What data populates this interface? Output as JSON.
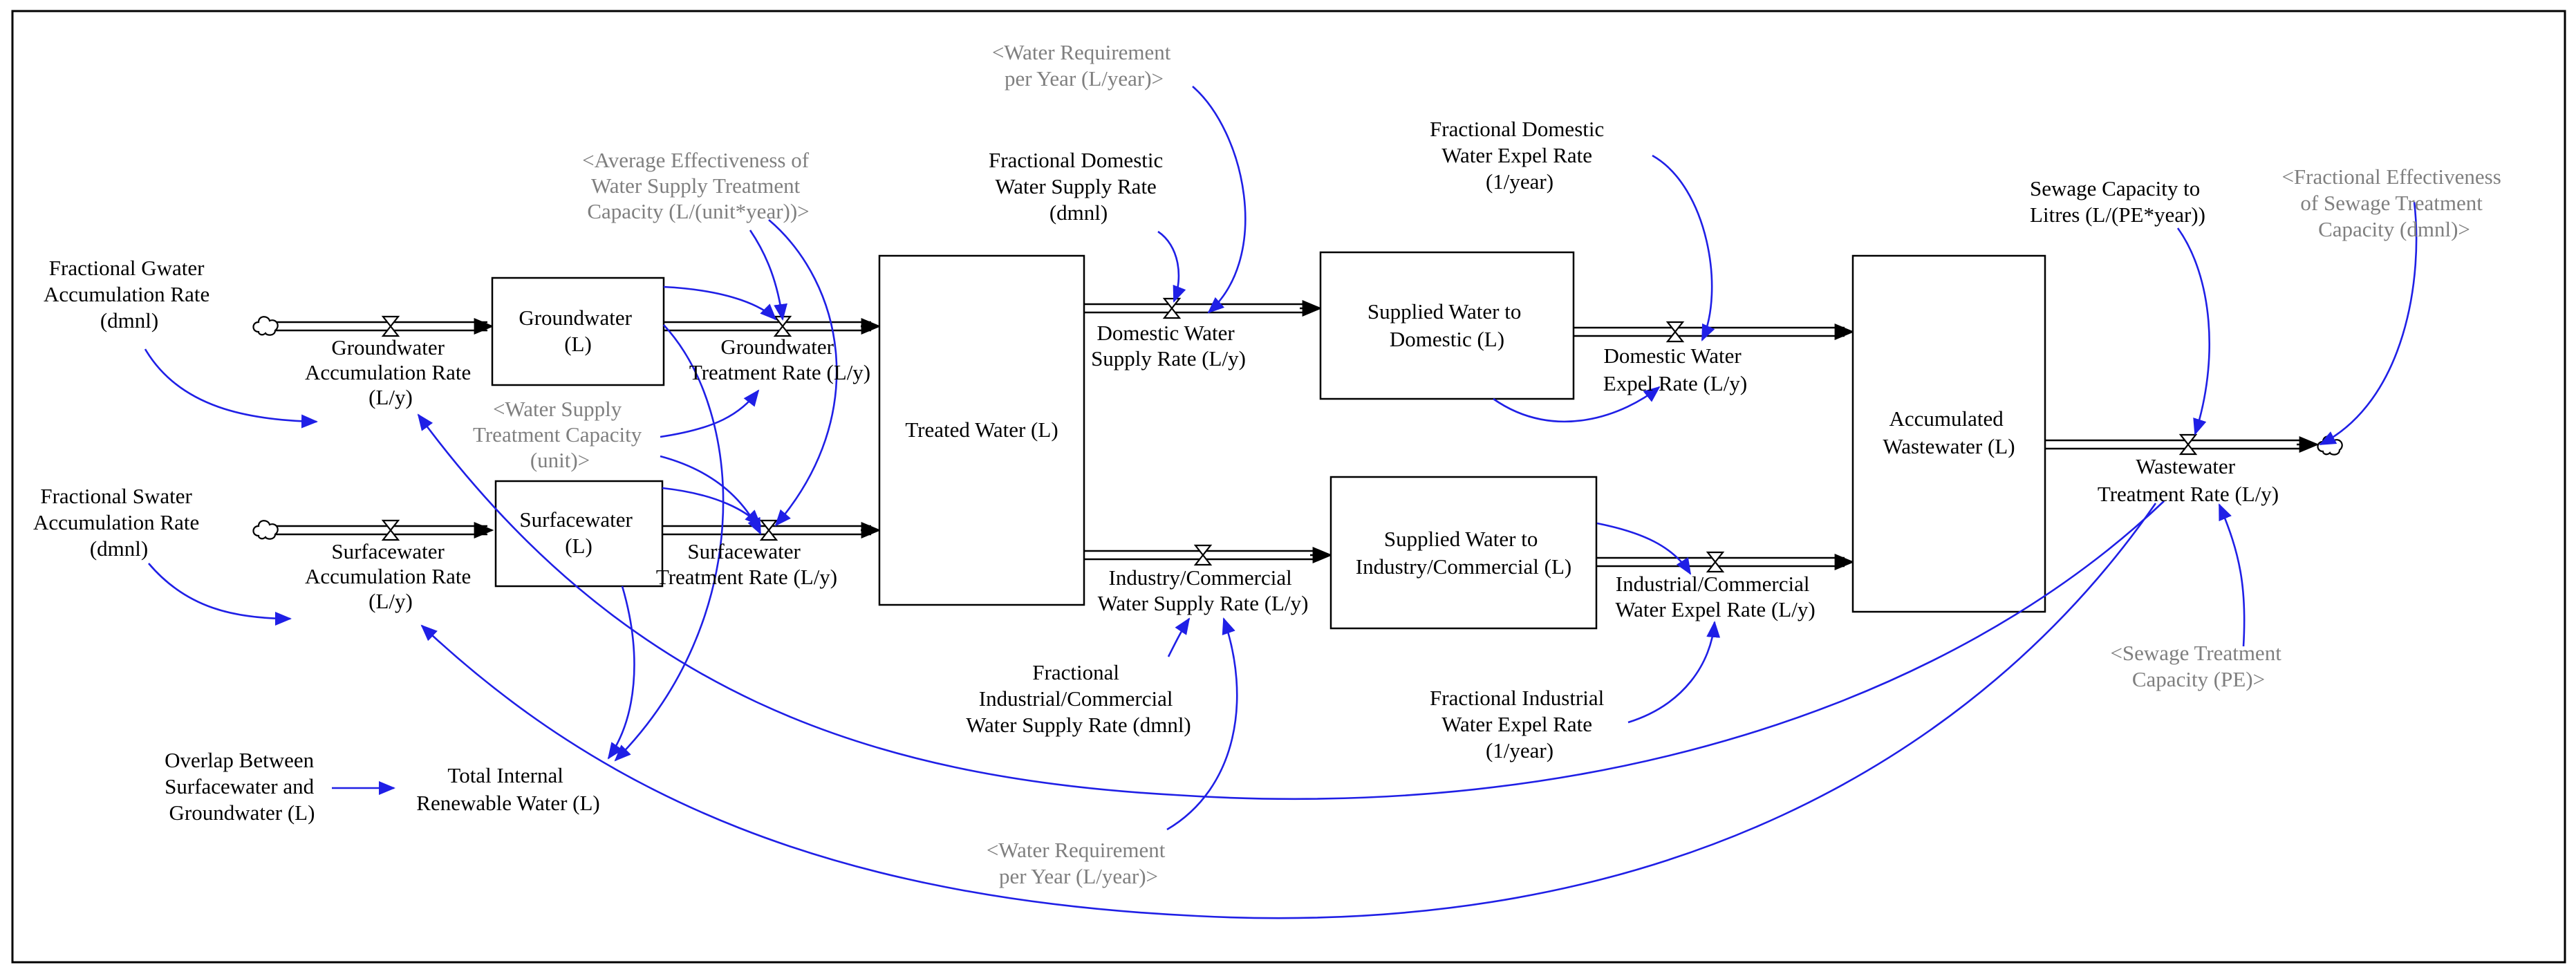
{
  "stocks": {
    "groundwater": [
      "Groundwater",
      "(L)"
    ],
    "surfacewater": [
      "Surfacewater",
      "(L)"
    ],
    "treated_water": [
      "Treated Water (L)"
    ],
    "supplied_domestic": [
      "Supplied Water to",
      "Domestic (L)"
    ],
    "supplied_industry": [
      "Supplied Water to",
      "Industry/Commercial (L)"
    ],
    "accumulated_wastewater": [
      "Accumulated",
      "Wastewater (L)"
    ]
  },
  "flows": {
    "groundwater_accumulation": [
      "Groundwater",
      "Accumulation Rate",
      "(L/y)"
    ],
    "surfacewater_accumulation": [
      "Surfacewater",
      "Accumulation Rate",
      "(L/y)"
    ],
    "groundwater_treatment": [
      "Groundwater",
      "Treatment Rate (L/y)"
    ],
    "surfacewater_treatment": [
      "Surfacewater",
      "Treatment Rate (L/y)"
    ],
    "domestic_supply": [
      "Domestic Water",
      "Supply Rate (L/y)"
    ],
    "industry_supply": [
      "Industry/Commercial",
      "Water Supply Rate (L/y)"
    ],
    "domestic_expel": [
      "Domestic Water",
      "Expel Rate (L/y)"
    ],
    "industrial_expel": [
      "Industrial/Commercial",
      "Water Expel Rate (L/y)"
    ],
    "wastewater_treatment": [
      "Wastewater",
      "Treatment Rate (L/y)"
    ]
  },
  "auxiliaries": {
    "frac_gwater_accum": [
      "Fractional Gwater",
      "Accumulation Rate",
      "(dmnl)"
    ],
    "frac_swater_accum": [
      "Fractional Swater",
      "Accumulation Rate",
      "(dmnl)"
    ],
    "frac_domestic_supply": [
      "Fractional Domestic",
      "Water Supply Rate",
      "(dmnl)"
    ],
    "frac_domestic_expel": [
      "Fractional Domestic",
      "Water Expel Rate",
      "(1/year)"
    ],
    "frac_industrial_supply": [
      "Fractional",
      "Industrial/Commercial",
      "Water Supply Rate (dmnl)"
    ],
    "frac_industrial_expel": [
      "Fractional Industrial",
      "Water Expel Rate",
      "(1/year)"
    ],
    "sewage_capacity_litres": [
      "Sewage Capacity to",
      "Litres (L/(PE*year))"
    ],
    "overlap": [
      "Overlap Between",
      "Surfacewater and",
      "Groundwater (L)"
    ],
    "total_internal": [
      "Total Internal",
      "Renewable Water (L)"
    ]
  },
  "shadow_variables": {
    "avg_effectiveness": [
      "<Average Effectiveness of",
      "Water Supply Treatment",
      "Capacity (L/(unit*year))>"
    ],
    "water_supply_capacity": [
      "<Water Supply",
      "Treatment Capacity",
      "(unit)>"
    ],
    "water_requirement_top": [
      "<Water Requirement",
      "per Year (L/year)>"
    ],
    "water_requirement_bottom": [
      "<Water Requirement",
      "per Year (L/year)>"
    ],
    "frac_effectiveness_sewage": [
      "<Fractional Effectiveness",
      "of Sewage Treatment",
      "Capacity (dmnl)>"
    ],
    "sewage_capacity_pe": [
      "<Sewage Treatment",
      "Capacity (PE)>"
    ]
  },
  "colors": {
    "link": "#1f1fe6",
    "shadow_text": "#7f7f7f",
    "text": "#000000",
    "pipe": "#000000"
  }
}
